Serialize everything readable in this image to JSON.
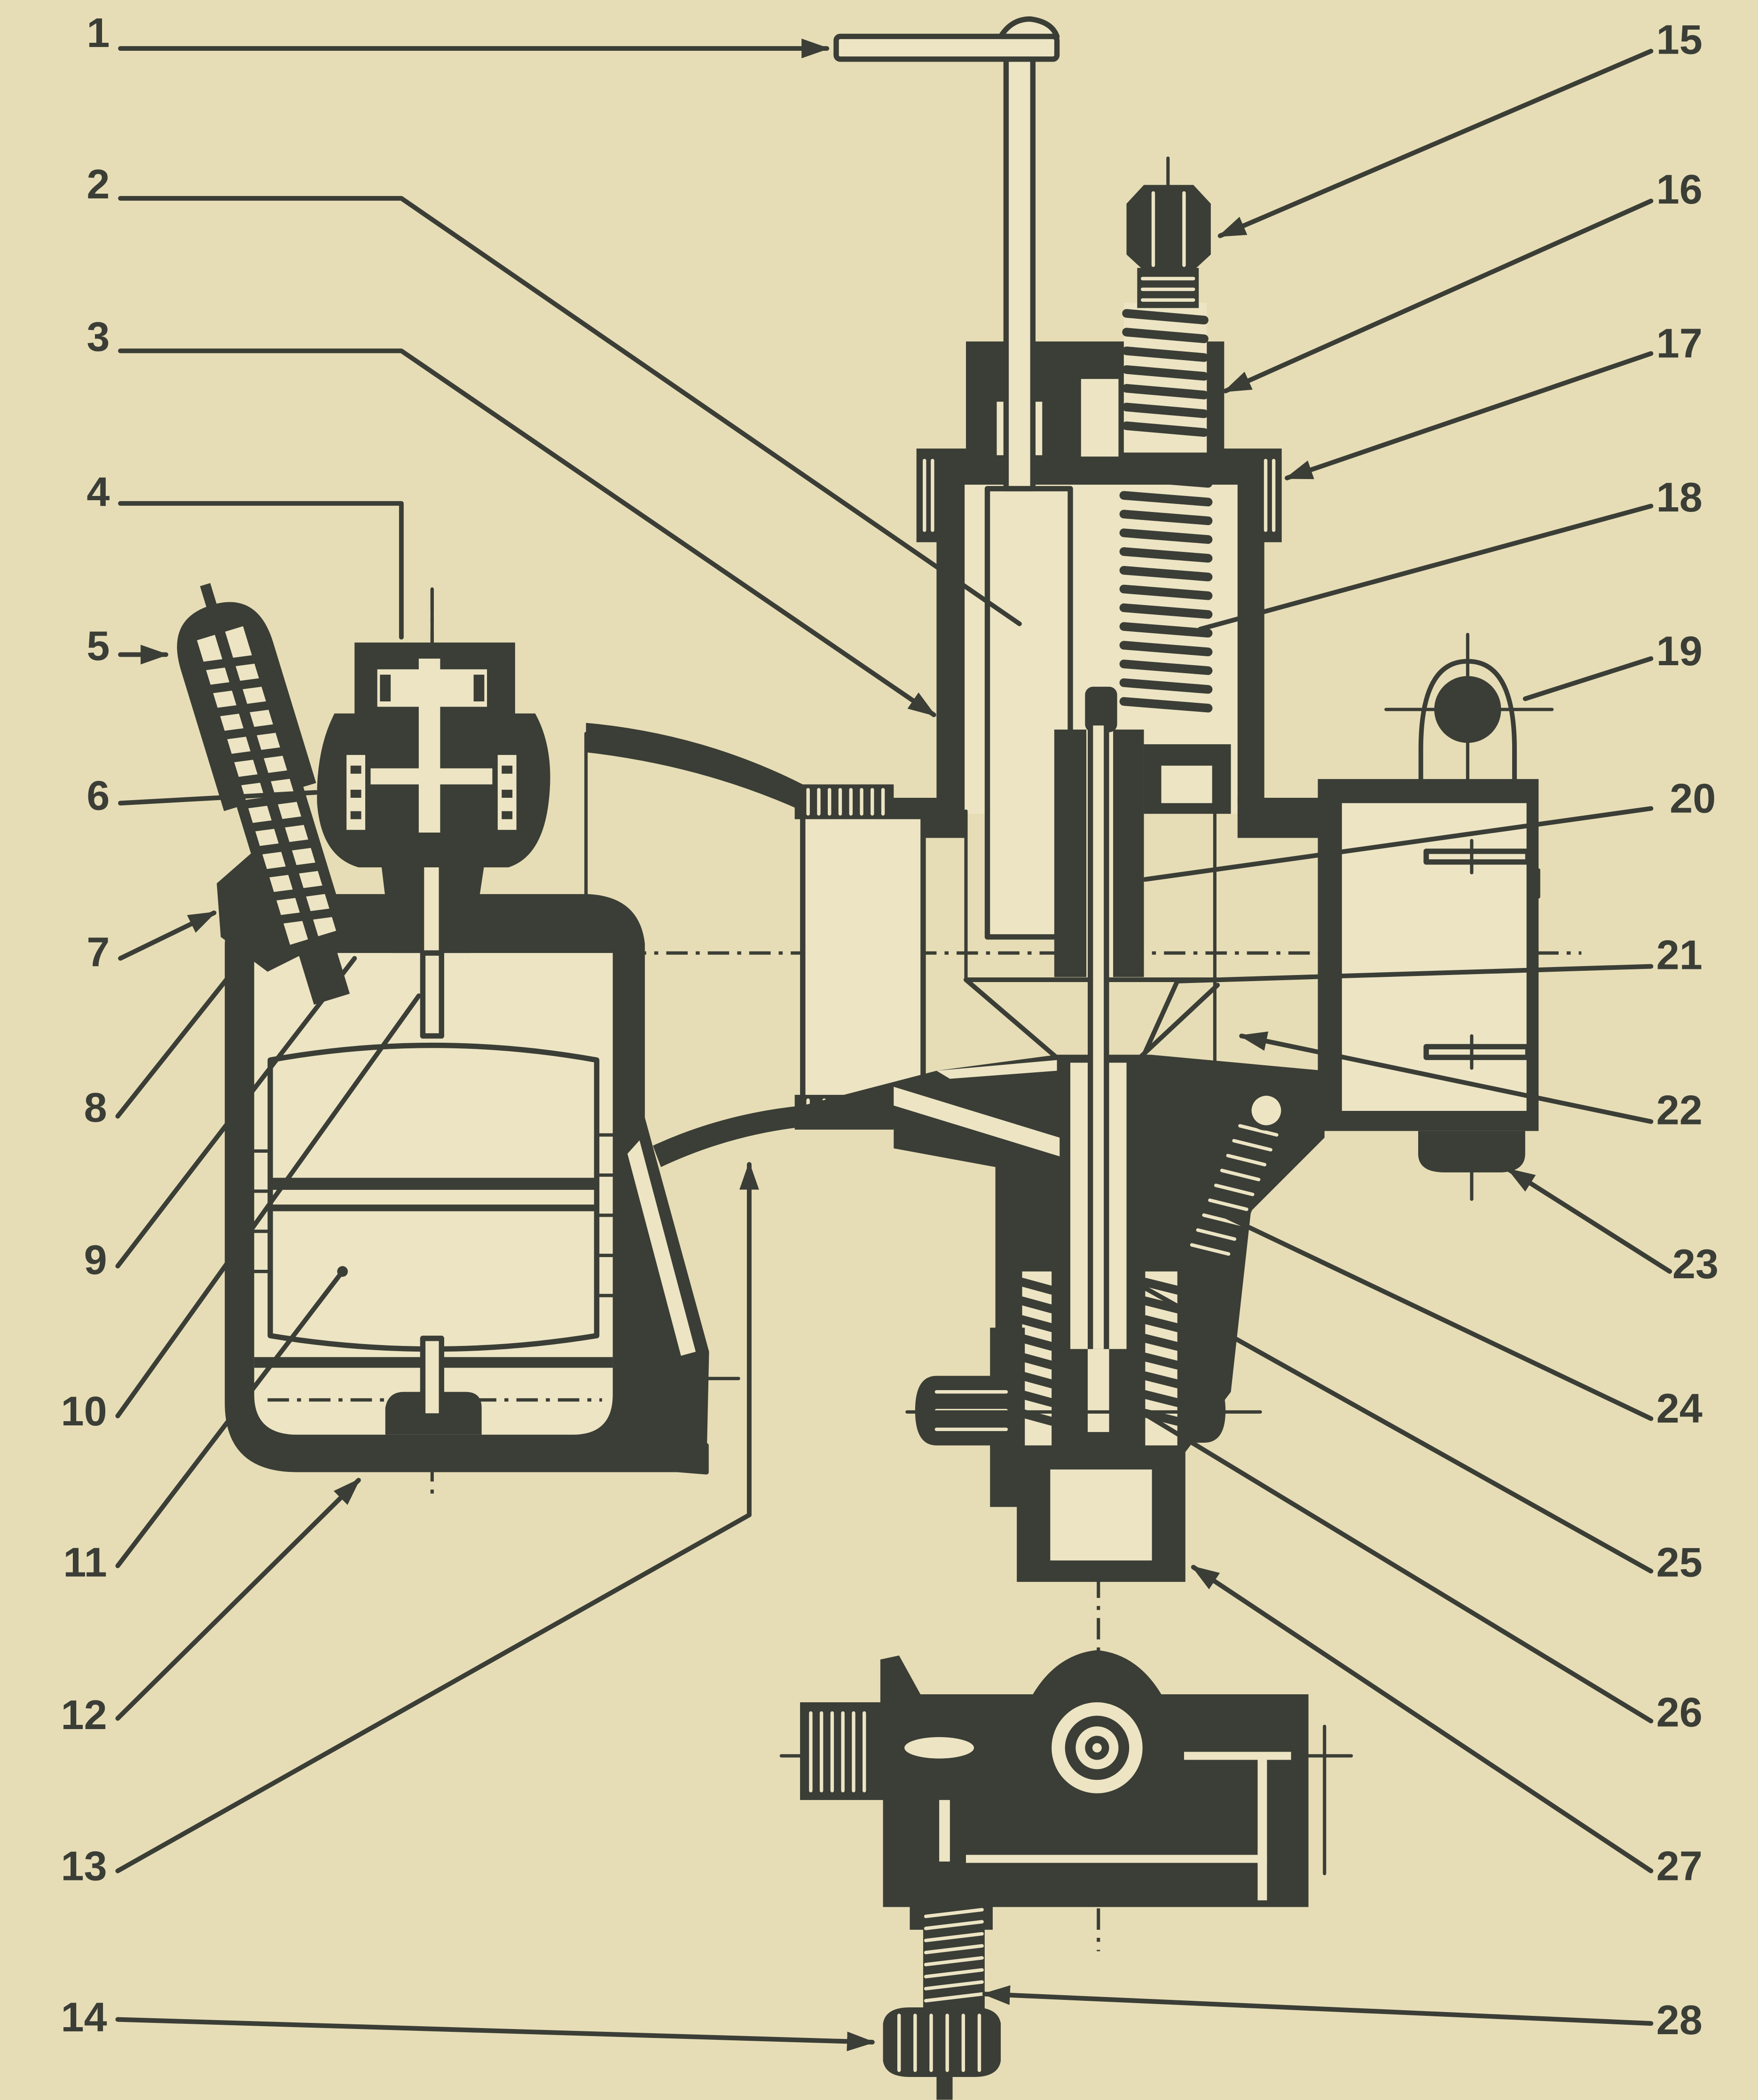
{
  "colors": {
    "ink": "#3b3e36",
    "paper": "#e6ddb6",
    "light": "#ece4c3"
  },
  "labels": [
    "1",
    "2",
    "3",
    "4",
    "5",
    "6",
    "7",
    "8",
    "9",
    "10",
    "11",
    "12",
    "13",
    "14",
    "15",
    "16",
    "17",
    "18",
    "19",
    "20",
    "21",
    "22",
    "23",
    "24",
    "25",
    "26",
    "27",
    "28"
  ]
}
